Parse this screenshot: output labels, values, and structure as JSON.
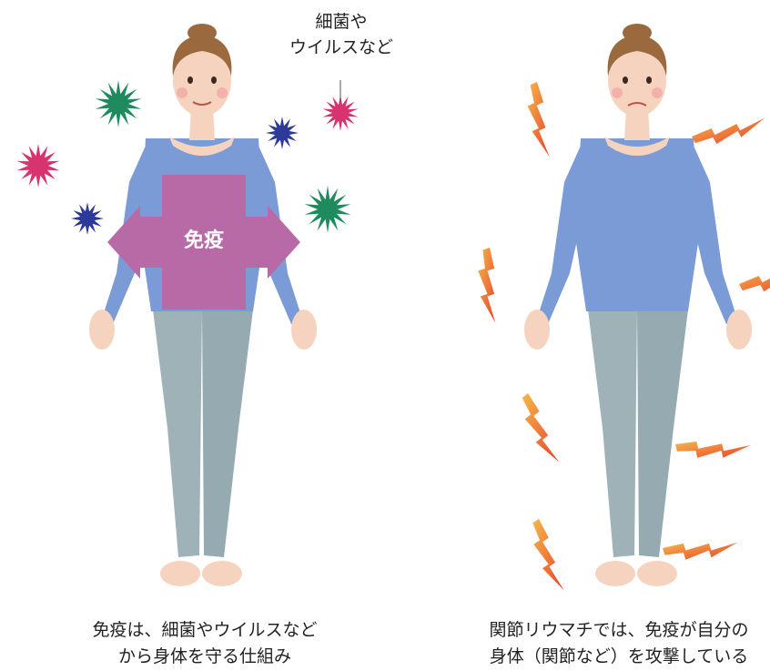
{
  "annotations": {
    "pathogen_label_line1": "細菌や",
    "pathogen_label_line2": "ウイルスなど",
    "immune_label": "免疫"
  },
  "captions": {
    "left_line1": "免疫は、細菌やウイルスなど",
    "left_line2": "から身体を守る仕組み",
    "right_line1": "関節リウマチでは、免疫が自分の",
    "right_line2": "身体（関節など）を攻撃している"
  },
  "colors": {
    "immune_box": "#b86aa6",
    "germ_green": "#1f8a5e",
    "germ_pink": "#d6336f",
    "germ_navy": "#2e3a9a",
    "lightning_orange": "#f0a23b",
    "lightning_red": "#e8402a",
    "shirt": "#7b9bd6",
    "jeans": "#9eb2b8",
    "skin": "#f6d3bf",
    "hair": "#9a6a3e"
  }
}
